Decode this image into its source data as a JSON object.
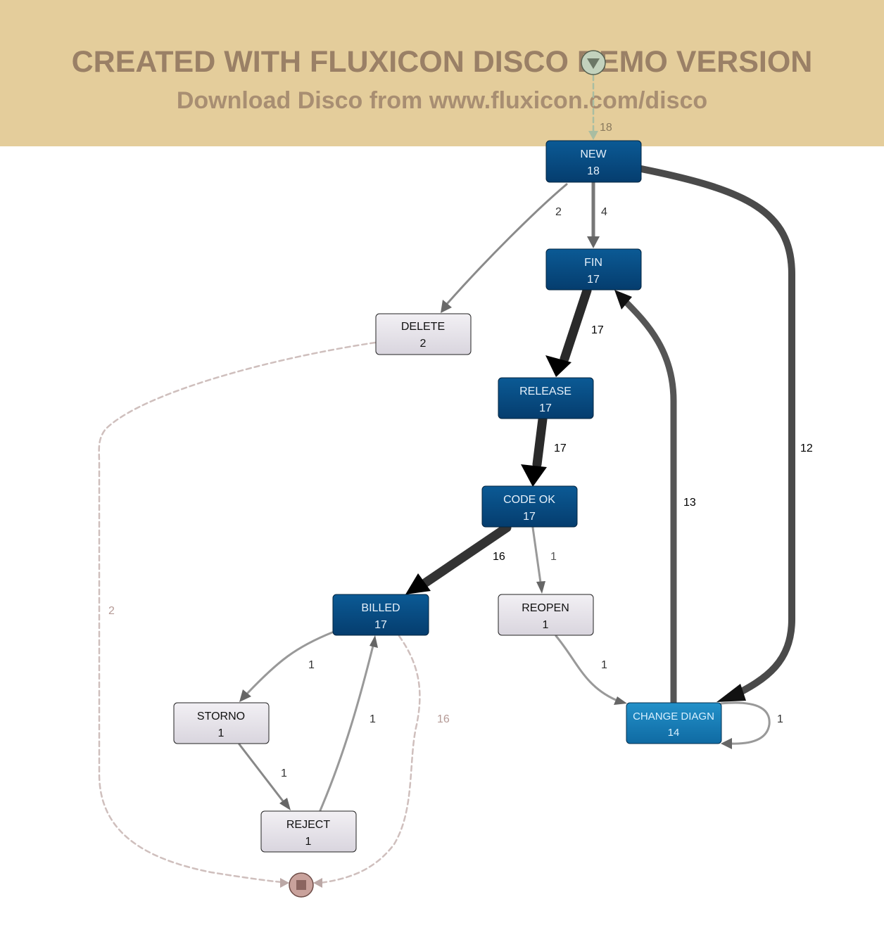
{
  "watermark": {
    "title": "CREATED WITH FLUXICON DISCO DEMO VERSION",
    "subtitle": "Download Disco from www.fluxicon.com/disco"
  },
  "colors": {
    "frequent_node": "#0a4f86",
    "highlight_node": "#1a7db6",
    "rare_node": "#e6e3ea",
    "start_node": "#c3d2bd",
    "end_node": "#c9a29c"
  },
  "nodes": {
    "new": {
      "name": "NEW",
      "count": "18"
    },
    "fin": {
      "name": "FIN",
      "count": "17"
    },
    "delete": {
      "name": "DELETE",
      "count": "2"
    },
    "release": {
      "name": "RELEASE",
      "count": "17"
    },
    "code_ok": {
      "name": "CODE OK",
      "count": "17"
    },
    "billed": {
      "name": "BILLED",
      "count": "17"
    },
    "reopen": {
      "name": "REOPEN",
      "count": "1"
    },
    "storno": {
      "name": "STORNO",
      "count": "1"
    },
    "change_diagn": {
      "name": "CHANGE DIAGN",
      "count": "14"
    },
    "reject": {
      "name": "REJECT",
      "count": "1"
    }
  },
  "edges": {
    "start_new": "18",
    "new_delete": "2",
    "new_fin": "4",
    "new_change": "12",
    "fin_release": "17",
    "release_codeok": "17",
    "change_fin": "13",
    "codeok_billed": "16",
    "codeok_reopen": "1",
    "billed_storno": "1",
    "reopen_change": "1",
    "change_self": "1",
    "reject_billed": "1",
    "billed_end": "16",
    "storno_reject": "1",
    "delete_end": "2"
  }
}
